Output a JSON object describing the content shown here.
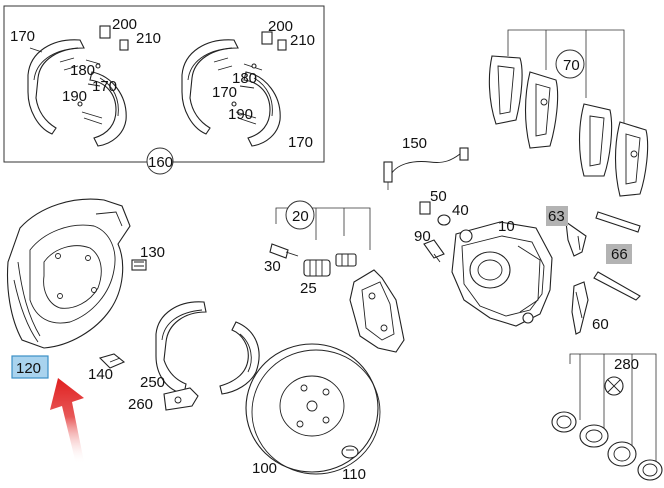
{
  "diagram": {
    "labels": {
      "l170a": "170",
      "l200a": "200",
      "l210a": "210",
      "l180a": "180",
      "l170b": "170",
      "l190a": "190",
      "l200b": "200",
      "l210b": "210",
      "l180b": "180",
      "l170c": "170",
      "l190b": "190",
      "l170d": "170",
      "l160": "160",
      "l70": "70",
      "l150": "150",
      "l50": "50",
      "l40": "40",
      "l10": "10",
      "l90": "90",
      "l63": "63",
      "l66": "66",
      "l60": "60",
      "l20": "20",
      "l30": "30",
      "l25": "25",
      "l130": "130",
      "l140": "140",
      "l120": "120",
      "l250": "250",
      "l260": "260",
      "l100": "100",
      "l110": "110",
      "l280": "280"
    },
    "highlight_colors": {
      "selected": "#a9d3ee",
      "secondary": "#b3b3b3",
      "arrow": "#e02020"
    }
  }
}
